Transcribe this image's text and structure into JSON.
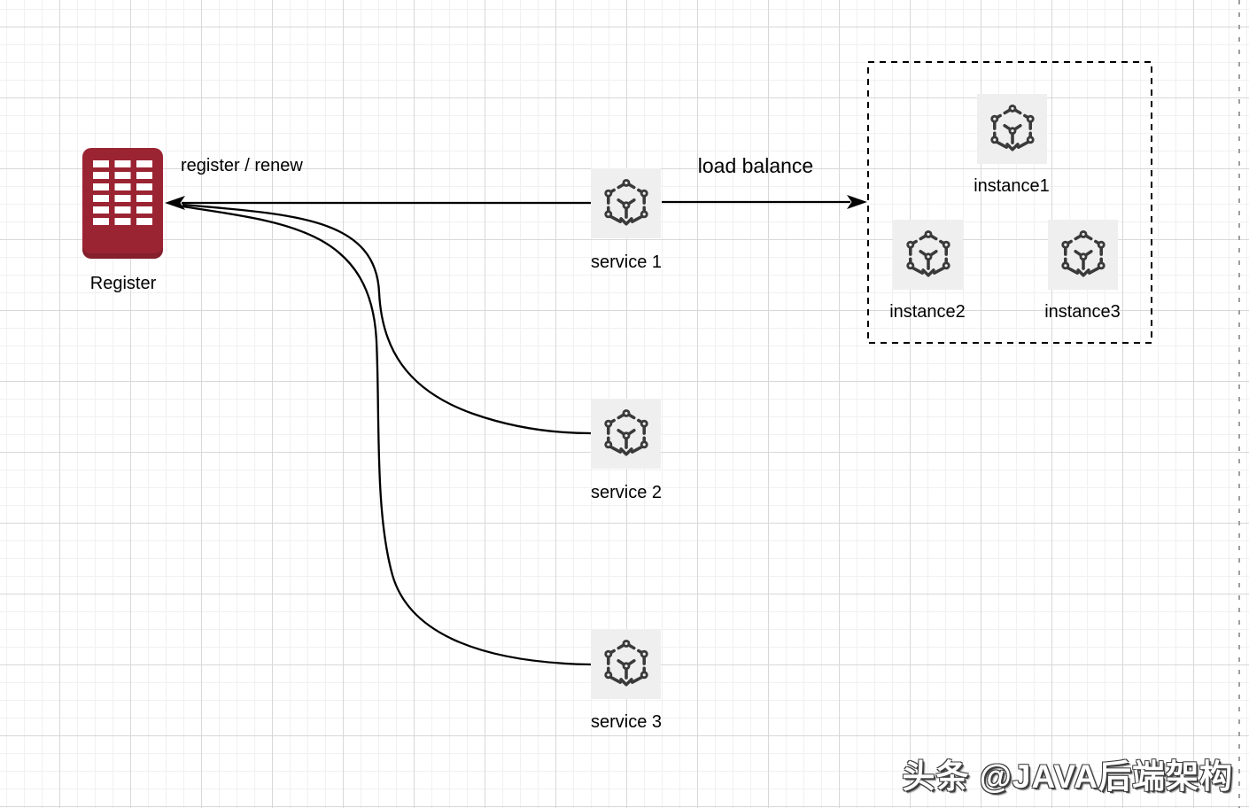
{
  "diagram": {
    "register": {
      "label": "Register"
    },
    "edge_labels": {
      "register_renew": "register / renew",
      "load_balance": "load balance"
    },
    "services": [
      {
        "label": "service 1"
      },
      {
        "label": "service 2"
      },
      {
        "label": "service 3"
      }
    ],
    "instance_group": {
      "instances": [
        {
          "label": "instance1"
        },
        {
          "label": "instance2"
        },
        {
          "label": "instance3"
        }
      ]
    },
    "watermark": "头条 @JAVA后端架构",
    "colors": {
      "register_fill": "#9b2433",
      "register_bottom_shade": "#841f2b",
      "cube_stroke": "#3a3a3a",
      "node_background": "#efefef",
      "connector": "#000000",
      "page_boundary": "#9e9e9e"
    }
  }
}
